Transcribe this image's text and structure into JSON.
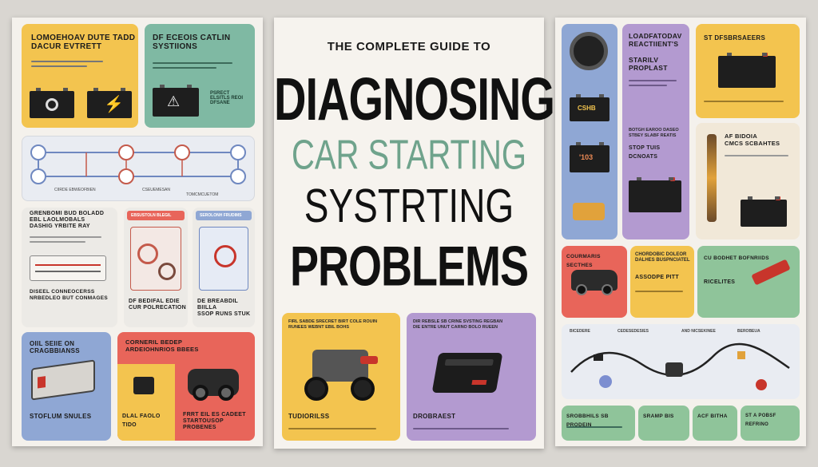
{
  "colors": {
    "yellow": "#f3c44f",
    "teal": "#7fb9a3",
    "blue": "#8fa7d4",
    "purple": "#b39ad0",
    "red": "#e8655a",
    "orange": "#ec8a55",
    "green": "#8fc49a",
    "accent_teal": "#6fa38c"
  },
  "center": {
    "subtitle": "THE COMPLETE GUIDE TO",
    "line1": "DIAGNOSING",
    "line2": "CAR STARTING",
    "line3": "SYSTRTING",
    "line4": "PROBLEMS",
    "panel_left_title": "FIRL SABDE SRECRET BIRT COLE ROUIN\nRUNEES WEBNT EBIL BOHS",
    "panel_left_label": "TUDIORILSS",
    "panel_right_title": "DIR REBSLE SB CRINE SVSTING REGBAN\nDIE ENTRE UNUT CARNO BOLO RUEEN",
    "panel_right_label": "DROBRAEST"
  },
  "left": {
    "p1_title": "LOMOEHOAV DUTE TADD\nDACUR EVTRETT",
    "p2_title": "DF ECEOIS CATLIN\nSYSTIIONS",
    "p2_side": "PSRECT\nELSITLS REOI\nDFSANE",
    "flow_label1": "CIIRDE EBWEOFBIEN",
    "flow_label2": "CSEUEMESAN",
    "flow_label3": "TOMCMCUETOM",
    "p3_title": "GRENBOMI BUD BOLADD\nEBL LAOLMOBALS\nDASHIG YRBITE RAY",
    "p3_label": "DISEEL CONNEOCERSS\nNRBEDLEO BUT CONMAGES",
    "p4_label": "EBSUSTOLN BLEGIL",
    "p4_caption": "DF BEDIFAL EDIE\nCUR POLRECATION",
    "p5_label": "SEROLONH FRUDIMS",
    "p5_caption": "DE BREABDIL BIILLA\nSSOP RUNS STUK",
    "p6_title": "OIIL SEIIE ON\nCRAGBBIANSS",
    "p6_caption": "STOFLUM SNULES",
    "p7_title": "CORNERIL BEDEP\nARDEIOHNRIOS BBEES",
    "p7_caption_left": "DLAL FAOLO TIDO",
    "p7_caption_right": "FRRT EIL ES CADEET\nSTARTOUSOP PROBENES"
  },
  "right": {
    "p2_title": "LOADFATODAV\nREACTIIENT'S",
    "p2_sub": "STARILV\nPROPLAST",
    "p2_mid": "BOTGH EAROO DASEO\nSTBEY SLABF REATIS",
    "p2_mid2": "STOP TUIS DCNOATS",
    "p3_title": "ST DFSBRSAEERS",
    "p4_title": "AF BIDOIA\nCMCS SCBAHTES",
    "battery_label1": "CSHB",
    "battery_label2": "'103",
    "r2_a": "COURMARIS SECTHES",
    "r2_b": "CHORDOBIC DOLEOR\nDALHES BUSPNCIATEL",
    "r2_b2": "ASSODPE PITT",
    "r2_c": "CU BODHET BOFNRIIDS",
    "r2_c2": "RICELITES",
    "chain_labels": [
      "BICEDERE",
      "CEDESEDESIES",
      "AND NICSEKINEE",
      "BEROBEUA"
    ],
    "footer": [
      "SROBBHILS SB PRODEIN",
      "SRAMP BIS",
      "ACF BITHA",
      "ST A POBSF REFRINO"
    ]
  }
}
